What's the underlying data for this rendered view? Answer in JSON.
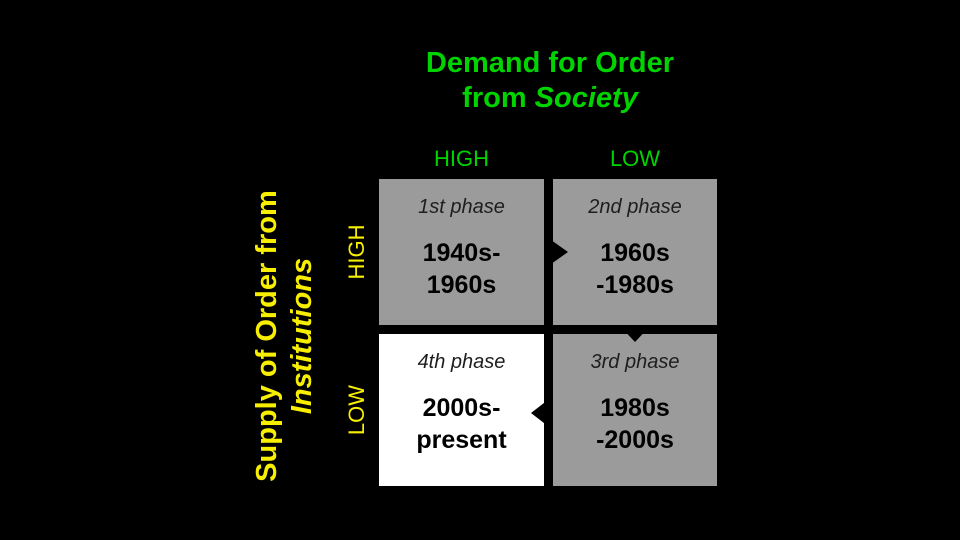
{
  "slide_title": {
    "line1": "Demand for Order",
    "line2_prefix": "from",
    "line2_italic": "Society"
  },
  "x_axis": {
    "cols": [
      "HIGH",
      "LOW"
    ]
  },
  "y_axis": {
    "label_line1": "Supply of Order from",
    "label_line2_italic": "Institutions",
    "rows": [
      "HIGH",
      "LOW"
    ]
  },
  "matrix": {
    "quadrants": [
      {
        "position": "top-left",
        "phase": "1st phase",
        "period_line1": "1940s-",
        "period_line2": "1960s",
        "bg": "#9b9b9b"
      },
      {
        "position": "top-right",
        "phase": "2nd phase",
        "period_line1": "1960s",
        "period_line2": "-1980s",
        "bg": "#9b9b9b"
      },
      {
        "position": "bottom-right",
        "phase": "3rd phase",
        "period_line1": "1980s",
        "period_line2": "-2000s",
        "bg": "#9b9b9b"
      },
      {
        "position": "bottom-left",
        "phase": "4th phase",
        "period_line1": "2000s-",
        "period_line2": "present",
        "bg": "#ffffff"
      }
    ],
    "flow_arrows": [
      "phase1-to-phase2-right",
      "phase2-to-phase3-down",
      "phase3-to-phase4-left"
    ]
  },
  "colors": {
    "background": "#000000",
    "demand_axis_green": "#00d400",
    "supply_axis_yellow": "#f8ef00",
    "quadrant_gray": "#9b9b9b",
    "quadrant_white": "#ffffff",
    "phase_label_text": "#1e1e1e",
    "period_text": "#000000",
    "arrow_black": "#000000"
  }
}
